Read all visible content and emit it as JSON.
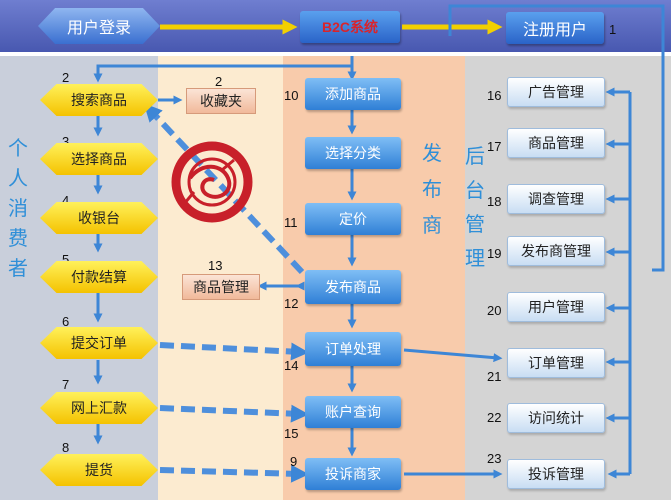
{
  "header": {
    "login": "用户登录",
    "system": "B2C系统",
    "register": "注册用户",
    "register_num": "1"
  },
  "sections": {
    "consumer": [
      "个",
      "人",
      "消",
      "费",
      "者"
    ],
    "publisher": [
      "发",
      "布",
      "商"
    ],
    "backend": [
      "后",
      "台",
      "管",
      "理"
    ]
  },
  "consumer_steps": [
    {
      "num": "2",
      "label": "搜索商品"
    },
    {
      "num": "3",
      "label": "选择商品"
    },
    {
      "num": "4",
      "label": "收银台"
    },
    {
      "num": "5",
      "label": "付款结算"
    },
    {
      "num": "6",
      "label": "提交订单"
    },
    {
      "num": "7",
      "label": "网上汇款"
    },
    {
      "num": "8",
      "label": "提货"
    }
  ],
  "middle": [
    {
      "num": "2",
      "label": "收藏夹"
    },
    {
      "num": "13",
      "label": "商品管理"
    }
  ],
  "publisher_steps": [
    {
      "num": "10",
      "label": "添加商品"
    },
    {
      "num": "",
      "label": "选择分类"
    },
    {
      "num": "11",
      "label": "定价"
    },
    {
      "num": "12",
      "label": "发布商品"
    },
    {
      "num": "14",
      "label": "订单处理"
    },
    {
      "num": "15",
      "label": "账户查询"
    },
    {
      "num": "9",
      "label": "投诉商家"
    }
  ],
  "admin_items": [
    {
      "num": "16",
      "label": "广告管理"
    },
    {
      "num": "17",
      "label": "商品管理"
    },
    {
      "num": "18",
      "label": "调查管理"
    },
    {
      "num": "19",
      "label": "发布商管理"
    },
    {
      "num": "20",
      "label": "用户管理"
    },
    {
      "num": "21",
      "label": "订单管理"
    },
    {
      "num": "22",
      "label": "访问统计"
    },
    {
      "num": "23",
      "label": "投诉管理"
    }
  ],
  "colors": {
    "header_band": "#5b6bbf",
    "consumer_col": "#c7ccd8",
    "middle_col": "#fbeacc",
    "publisher_col": "#f7c8a8",
    "admin_col": "#d3d3d3",
    "arrow": "#3d86d6",
    "accent_red": "#c8202a"
  },
  "icons": [
    "dragon-emblem-icon"
  ]
}
